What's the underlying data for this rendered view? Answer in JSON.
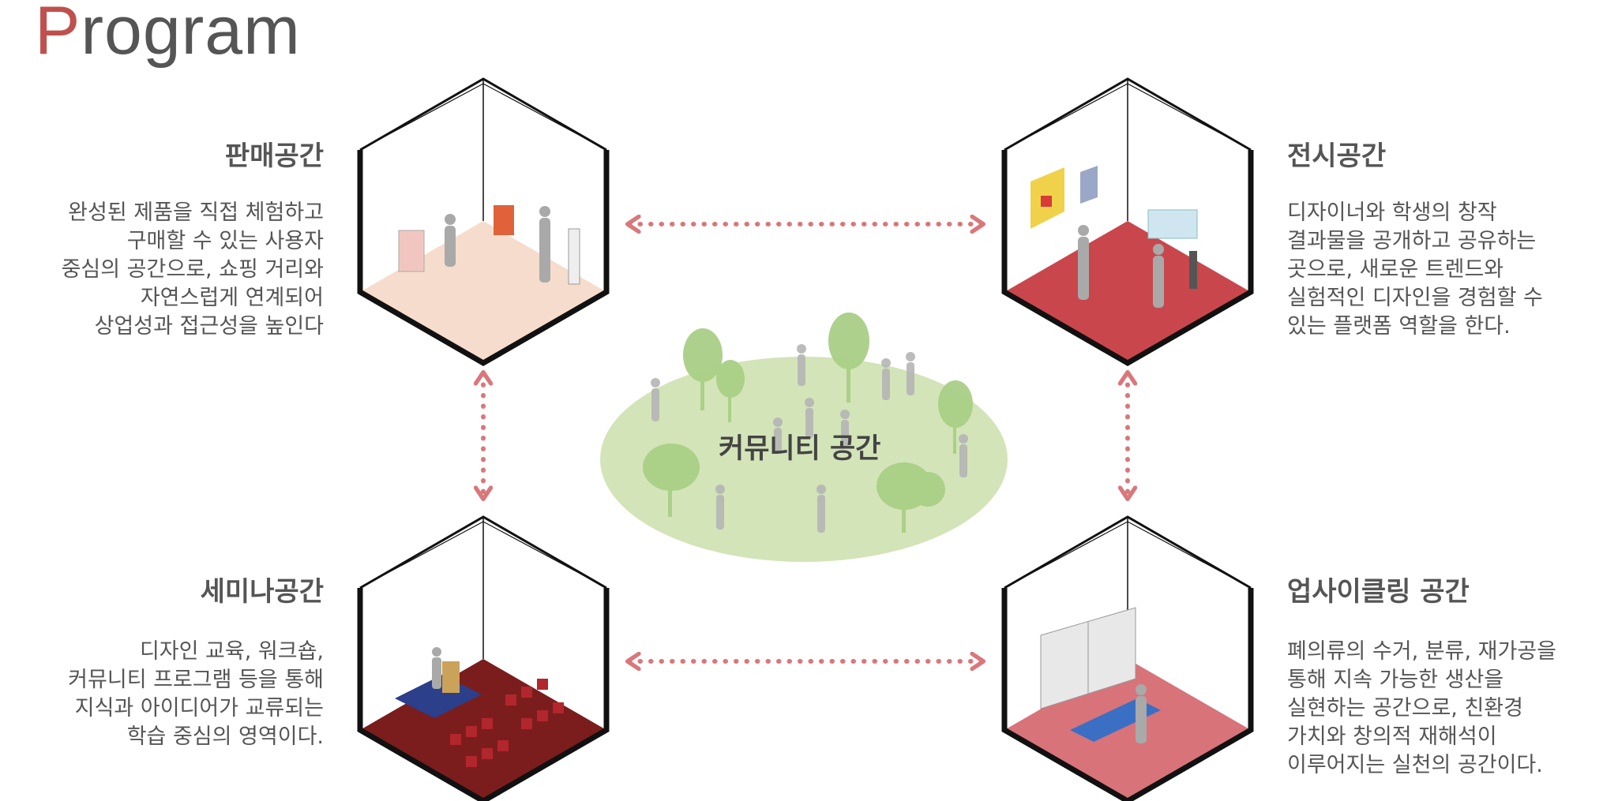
{
  "title": {
    "first_letter": "P",
    "rest": "rogram"
  },
  "center_label": "커뮤니티 공간",
  "spaces": [
    {
      "key": "sales",
      "heading": "판매공간",
      "lines": [
        "완성된 제품을 직접 체험하고",
        "구매할 수 있는 사용자",
        "중심의 공간으로, 쇼핑 거리와",
        "자연스럽게 연계되어",
        "상업성과 접근성을 높인다"
      ],
      "floor_color": "#f6dccc"
    },
    {
      "key": "exhibition",
      "heading": "전시공간",
      "lines": [
        "디자이너와 학생의 창작",
        "결과물을 공개하고 공유하는",
        "곳으로, 새로운 트렌드와",
        "실험적인 디자인을 경험할 수",
        "있는 플랫폼 역할을 한다."
      ],
      "floor_color": "#c9474c"
    },
    {
      "key": "seminar",
      "heading": "세미나공간",
      "lines": [
        "디자인 교육, 워크숍,",
        "커뮤니티 프로그램 등을 통해",
        "지식과 아이디어가 교류되는",
        "학습 중심의 영역이다."
      ],
      "floor_color": "#7b1d1d"
    },
    {
      "key": "upcycling",
      "heading": "업사이클링 공간",
      "lines": [
        "폐의류의 수거, 분류, 재가공을",
        "통해 지속 가능한 생산을",
        "실현하는 공간으로, 친환경",
        "가치와 창의적 재해석이",
        "이루어지는 실천의 공간이다."
      ],
      "floor_color": "#d8737a"
    }
  ],
  "colors": {
    "accent": "#c0504d",
    "arrow": "#d9777b",
    "community_ellipse": "#d3e4b8",
    "tree": "#a9cf86",
    "person": "#b5b5b5"
  }
}
